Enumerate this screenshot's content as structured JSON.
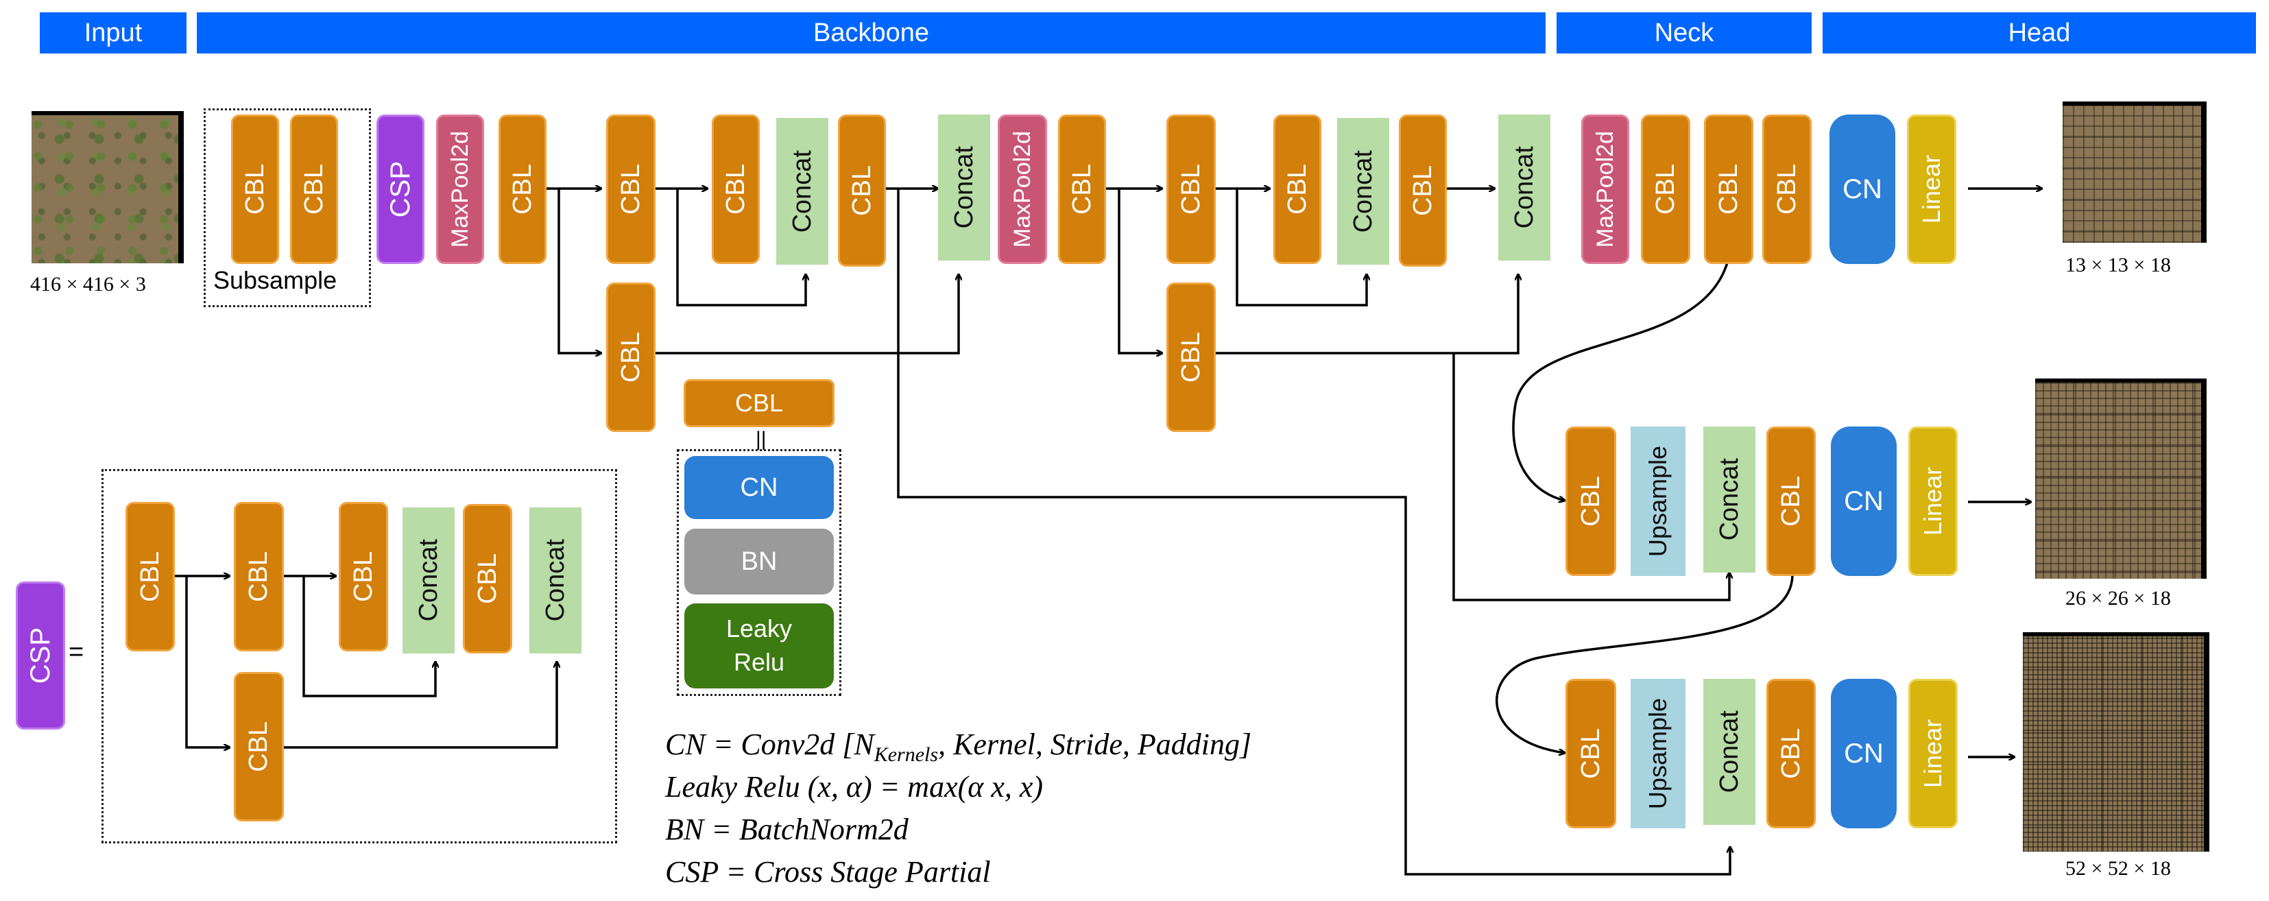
{
  "sections": {
    "input": "Input",
    "backbone": "Backbone",
    "neck": "Neck",
    "head": "Head"
  },
  "labels": {
    "cbl": "CBL",
    "csp": "CSP",
    "maxpool": "MaxPool2d",
    "concat": "Concat",
    "upsample": "Upsample",
    "cn": "CN",
    "linear": "Linear",
    "bn": "BN",
    "leaky_line1": "Leaky",
    "leaky_line2": "Relu"
  },
  "input_size": "416 × 416 × 3",
  "subsample": "Subsample",
  "outputs": {
    "large": "13 × 13 × 18",
    "medium": "26 × 26 × 18",
    "small": "52 × 52 × 18"
  },
  "equals_sign": "=",
  "legend_equals": "||",
  "equations": [
    "CN = Conv2d [N_Kernels, Kernel, Stride, Padding]",
    "Leaky Relu (x, α) = max(α x, x)",
    "BN = BatchNorm2d",
    "CSP = Cross Stage Partial"
  ],
  "eq_parts": {
    "cn_lhs": "CN = Conv2d [N",
    "cn_sub": "Kernels",
    "cn_rhs": ", Kernel, Stride, Padding]"
  },
  "colors": {
    "header": "#0066ff",
    "cbl": "#d27f0b",
    "maxpool": "#c95575",
    "csp": "#9b3fdc",
    "concat": "#b7dca5",
    "upsample": "#a8d4e0",
    "cn": "#2b7fd6",
    "linear": "#d7b40e",
    "bn": "#9a9a9a",
    "leaky_relu": "#3c7a12"
  }
}
